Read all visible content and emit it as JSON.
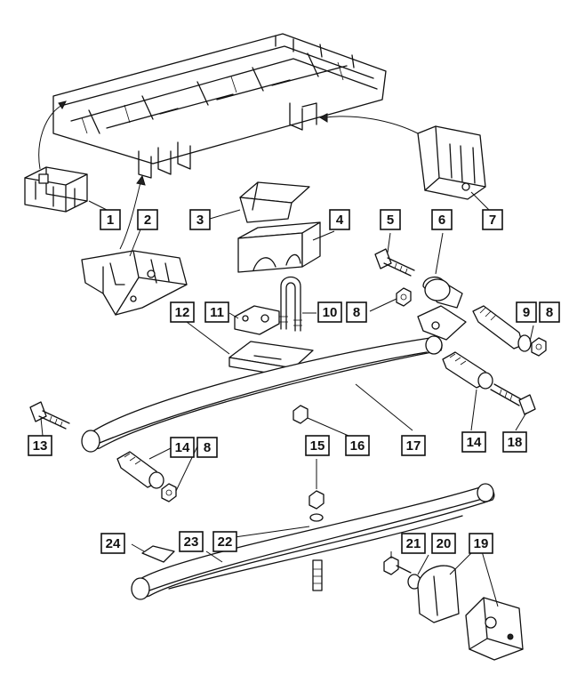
{
  "callouts": [
    {
      "id": "c1",
      "label": "1"
    },
    {
      "id": "c2",
      "label": "2"
    },
    {
      "id": "c3",
      "label": "3"
    },
    {
      "id": "c4",
      "label": "4"
    },
    {
      "id": "c5",
      "label": "5"
    },
    {
      "id": "c6",
      "label": "6"
    },
    {
      "id": "c7",
      "label": "7"
    },
    {
      "id": "c8a",
      "label": "8"
    },
    {
      "id": "c8b",
      "label": "8"
    },
    {
      "id": "c8c",
      "label": "8"
    },
    {
      "id": "c9",
      "label": "9"
    },
    {
      "id": "c10",
      "label": "10"
    },
    {
      "id": "c11",
      "label": "11"
    },
    {
      "id": "c12",
      "label": "12"
    },
    {
      "id": "c13",
      "label": "13"
    },
    {
      "id": "c14a",
      "label": "14"
    },
    {
      "id": "c14b",
      "label": "14"
    },
    {
      "id": "c15",
      "label": "15"
    },
    {
      "id": "c16",
      "label": "16"
    },
    {
      "id": "c17",
      "label": "17"
    },
    {
      "id": "c18",
      "label": "18"
    },
    {
      "id": "c19",
      "label": "19"
    },
    {
      "id": "c20",
      "label": "20"
    },
    {
      "id": "c21",
      "label": "21"
    },
    {
      "id": "c22",
      "label": "22"
    },
    {
      "id": "c23",
      "label": "23"
    },
    {
      "id": "c24",
      "label": "24"
    }
  ]
}
